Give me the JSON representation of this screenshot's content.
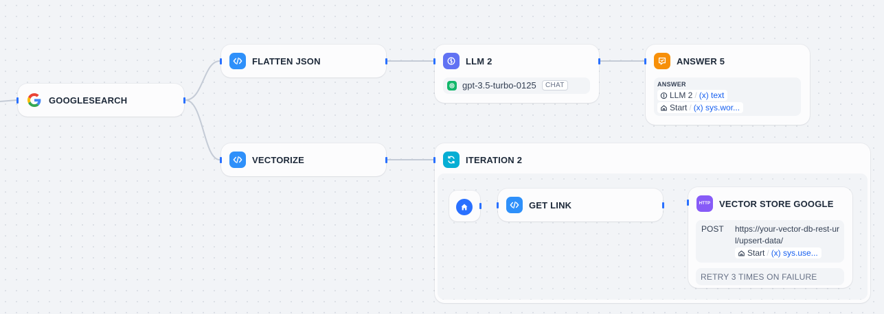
{
  "nodes": {
    "googlesearch": {
      "title": "GOOGLESEARCH",
      "icon": "google-icon"
    },
    "flatten_json": {
      "title": "FLATTEN JSON",
      "icon": "code-icon"
    },
    "vectorize": {
      "title": "VECTORIZE",
      "icon": "code-icon"
    },
    "llm2": {
      "title": "LLM 2",
      "icon": "brain-icon",
      "model": "gpt-3.5-turbo-0125",
      "mode": "CHAT"
    },
    "answer5": {
      "title": "ANSWER 5",
      "icon": "answer-icon",
      "section_label": "ANSWER",
      "vars": [
        {
          "node": "LLM 2",
          "sep": "/",
          "var": "(x) text"
        },
        {
          "node": "Start",
          "sep": "/",
          "var": "(x) sys.wor..."
        }
      ]
    },
    "iteration2": {
      "title": "ITERATION 2",
      "icon": "iteration-icon"
    },
    "get_link": {
      "title": "GET LINK",
      "icon": "code-icon"
    },
    "vector_store_google": {
      "title": "VECTOR STORE GOOGLE",
      "icon": "http-icon",
      "icon_text": "HTTP",
      "method": "POST",
      "url_line1": "https://your-vector-db-rest-ur",
      "url_line2": "l/upsert-data/",
      "var": {
        "node": "Start",
        "sep": "/",
        "var": "(x) sys.use..."
      },
      "retry": "RETRY 3 TIMES ON FAILURE"
    }
  },
  "colors": {
    "accent": "#2970ff",
    "code": "#2e90fa",
    "llm": "#6172f3",
    "answer": "#f79009",
    "iteration": "#06aed4",
    "http": "#875bf7",
    "edge": "#c4cbd6"
  }
}
